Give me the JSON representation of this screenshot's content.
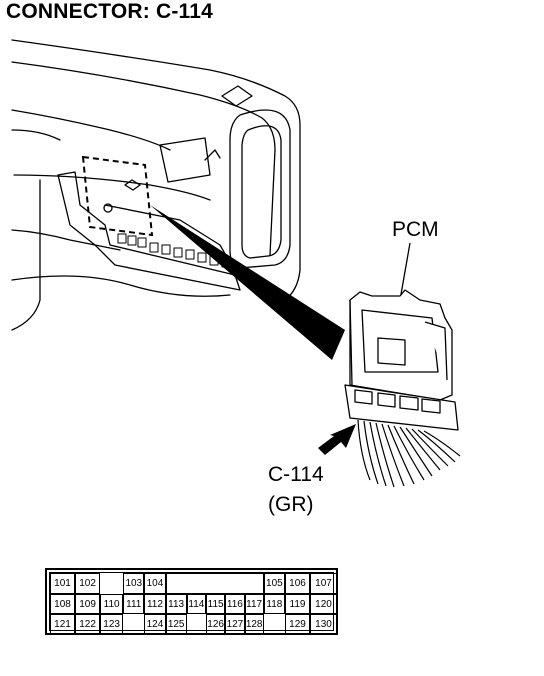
{
  "title": "CONNECTOR: C-114",
  "labels": {
    "pcm": "PCM",
    "connector_id": "C-114",
    "connector_color": "(GR)"
  },
  "pin_rows": [
    [
      "101",
      "102",
      "",
      "103",
      "104",
      "",
      "",
      "",
      "",
      "",
      "105",
      "106",
      "107"
    ],
    [
      "108",
      "109",
      "110",
      "111",
      "112",
      "113",
      "114",
      "115",
      "116",
      "117",
      "118",
      "119",
      "120"
    ],
    [
      "121",
      "122",
      "123",
      "",
      "124",
      "125",
      "",
      "126",
      "127",
      "128",
      "",
      "129",
      "130"
    ]
  ]
}
